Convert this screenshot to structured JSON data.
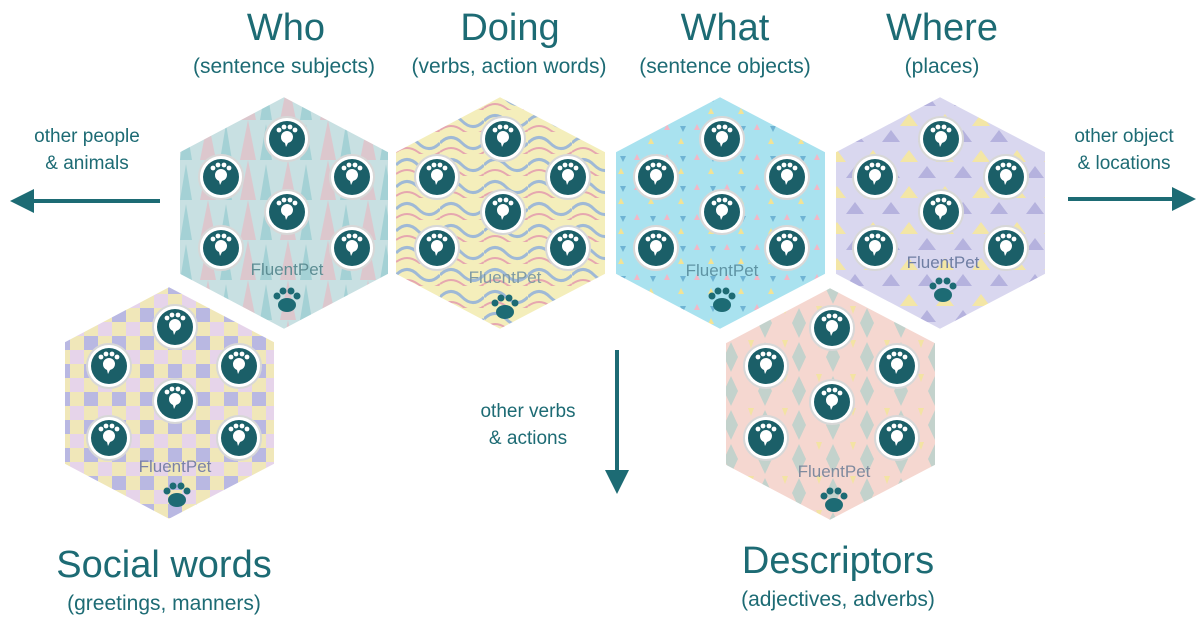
{
  "categories": {
    "who": {
      "title": "Who",
      "subtitle": "(sentence subjects)"
    },
    "doing": {
      "title": "Doing",
      "subtitle": "(verbs, action words)"
    },
    "what": {
      "title": "What",
      "subtitle": "(sentence objects)"
    },
    "where": {
      "title": "Where",
      "subtitle": "(places)"
    },
    "social": {
      "title": "Social words",
      "subtitle": "(greetings, manners)"
    },
    "descriptors": {
      "title": "Descriptors",
      "subtitle": "(adjectives, adverbs)"
    }
  },
  "annotations": {
    "left": "other people\n& animals",
    "right": "other object\n& locations",
    "down": "other verbs\n& actions"
  },
  "brand": "FluentPet",
  "colors": {
    "teal": "#1d6b74",
    "button": "#1b5f68",
    "who_tile": "#c5dee0",
    "doing_tile": "#f3edb8",
    "what_tile": "#aee3ef",
    "where_tile": "#d8d6ee",
    "social_tile": "#e5ddf0",
    "descriptors_tile": "#f4d5cf"
  },
  "icons": {
    "button": "paw-speech-icon",
    "logo": "paw-icon"
  }
}
